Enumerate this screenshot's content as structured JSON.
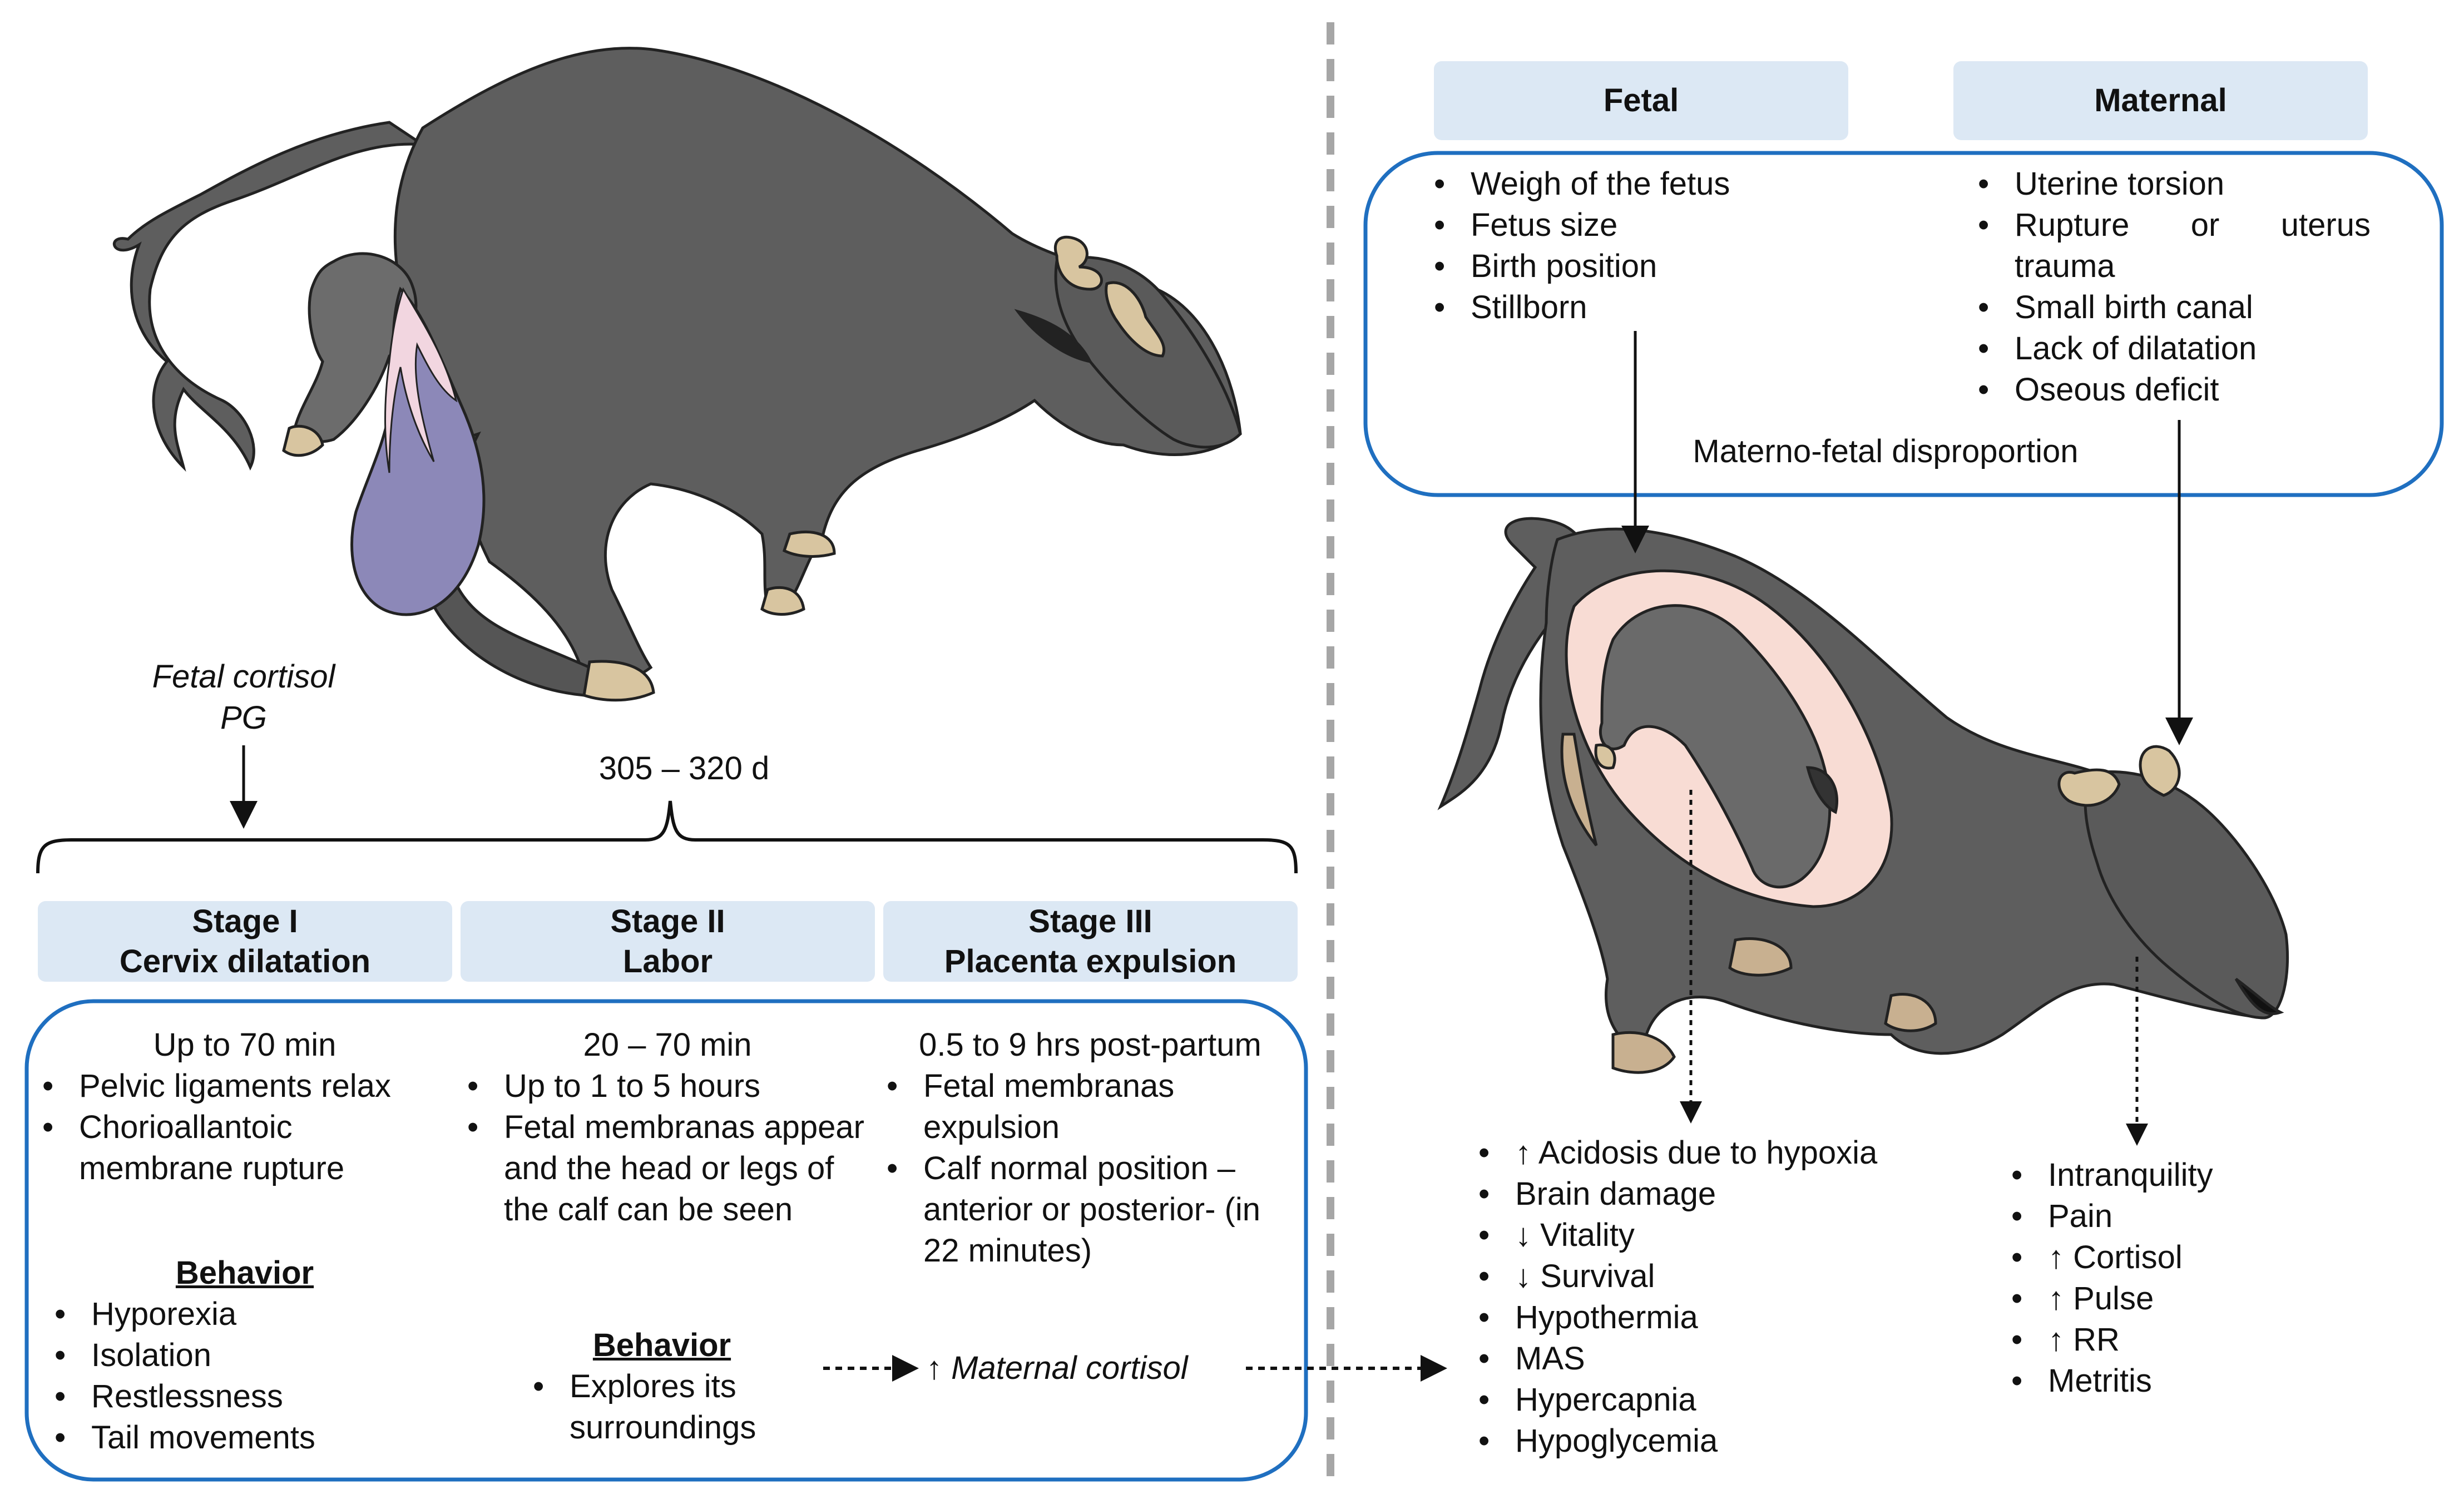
{
  "left": {
    "hormones": [
      "Fetal cortisol",
      "PG"
    ],
    "gestation": "305 – 320 d",
    "stages": [
      {
        "title": [
          "Stage I",
          "Cervix dilatation"
        ],
        "duration": "Up to 70 min",
        "items": [
          "Pelvic ligaments relax",
          "Chorioallantoic membrane rupture"
        ],
        "behavior_title": "Behavior",
        "behavior": [
          "Hyporexia",
          "Isolation",
          "Restlessness",
          "Tail movements"
        ]
      },
      {
        "title": [
          "Stage II",
          "Labor"
        ],
        "duration": "20 – 70 min",
        "items": [
          "Up to 1 to 5 hours",
          "Fetal membranas appear and the head or legs of the calf can be seen"
        ],
        "behavior_title": "Behavior",
        "behavior": [
          "Explores its surroundings"
        ]
      },
      {
        "title": [
          "Stage III",
          "Placenta expulsion"
        ],
        "duration": "0.5 to 9 hrs post-partum",
        "items": [
          "Fetal membranas expulsion",
          "Calf normal position – anterior or posterior- (in 22 minutes)"
        ]
      }
    ],
    "maternal_cortisol": "↑ Maternal cortisol"
  },
  "right": {
    "fetal_header": "Fetal",
    "maternal_header": "Maternal",
    "fetal_factors": [
      "Weigh of the fetus",
      "Fetus size",
      "Birth position",
      "Stillborn"
    ],
    "maternal_factors": [
      "Uterine torsion",
      "Rupture or uterus trauma",
      "Small birth canal",
      "Lack of dilatation",
      "Oseous deficit"
    ],
    "disproportion": "Materno-fetal disproportion",
    "fetal_outcomes": [
      "↑ Acidosis due to hypoxia",
      "Brain damage",
      "↓ Vitality",
      "↓ Survival",
      "Hypothermia",
      "MAS",
      "Hypercapnia",
      "Hypoglycemia"
    ],
    "maternal_outcomes": [
      "Intranquility",
      "Pain",
      "↑ Cortisol",
      "↑ Pulse",
      "↑ RR",
      "Metritis"
    ]
  },
  "colors": {
    "header_fill": "#dce8f4",
    "box_stroke": "#1f6fc0",
    "divider": "#a6a6a6",
    "buffalo": "#5e5e5e",
    "horn": "#d8c5a0",
    "membrane": "#8c88b8",
    "uterus": "#f8dcd4"
  }
}
